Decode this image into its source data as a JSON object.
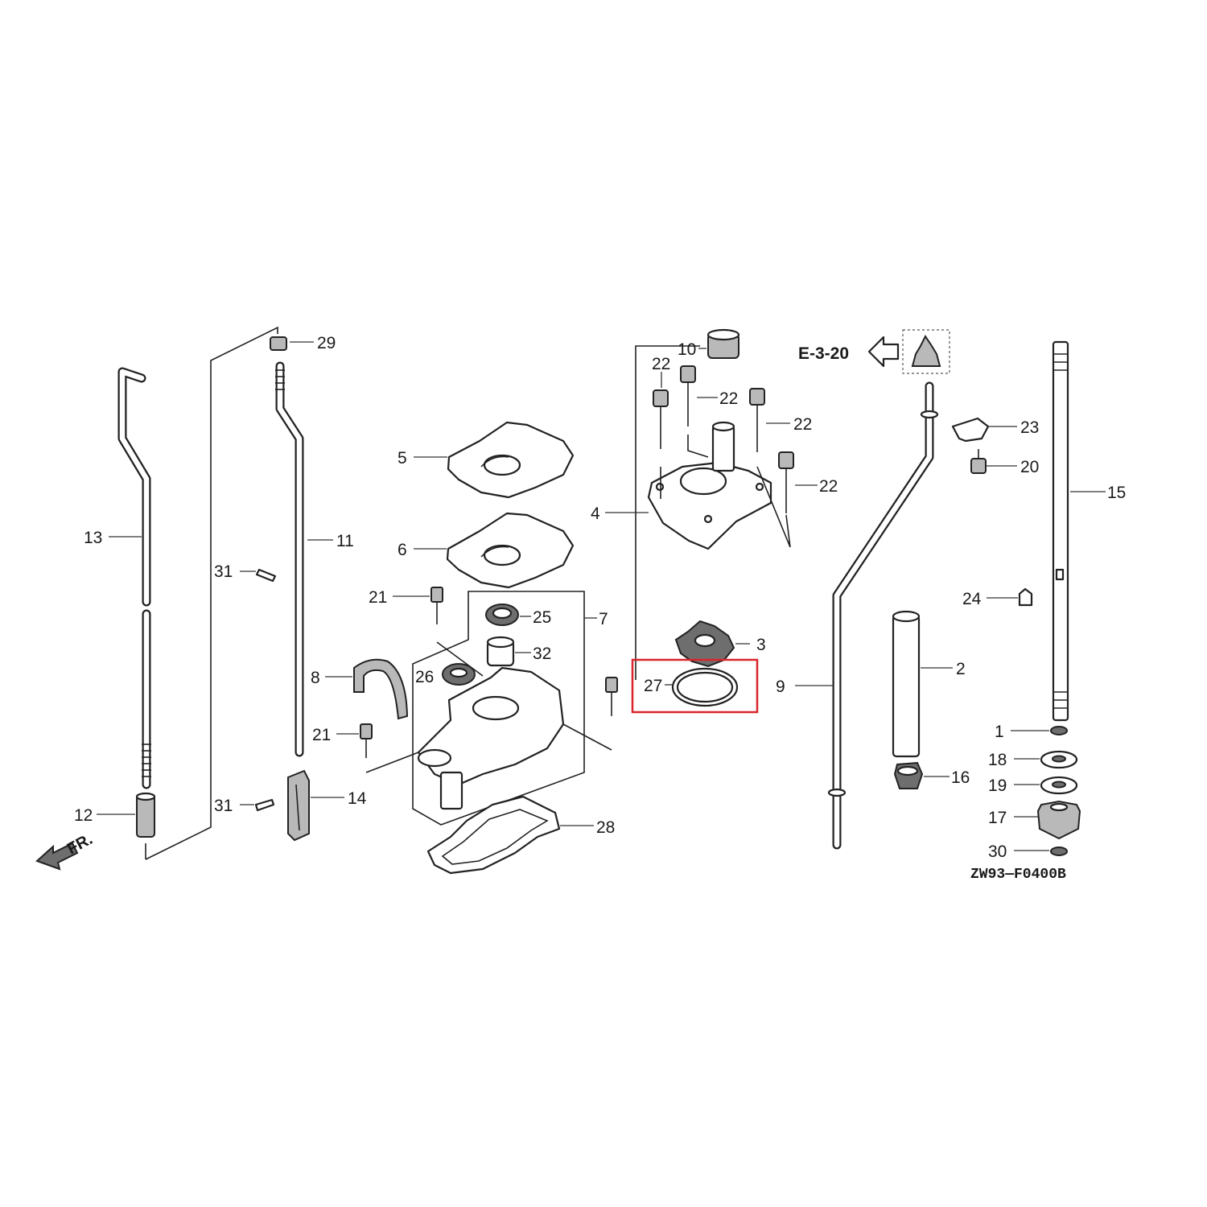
{
  "diagram": {
    "reference_arrow_label": "E-3-20",
    "drawing_code": "ZW93—F0400B",
    "front_label": "FR.",
    "highlight_color": "#d9252b",
    "callouts": {
      "c1": "1",
      "c2": "2",
      "c3": "3",
      "c4": "4",
      "c5": "5",
      "c6": "6",
      "c7": "7",
      "c8": "8",
      "c9": "9",
      "c10": "10",
      "c11": "11",
      "c12": "12",
      "c13": "13",
      "c14": "14",
      "c15": "15",
      "c16": "16",
      "c17": "17",
      "c18": "18",
      "c19": "19",
      "c20": "20",
      "c21a": "21",
      "c21b": "21",
      "c22a": "22",
      "c22b": "22",
      "c22c": "22",
      "c22d": "22",
      "c23": "23",
      "c24": "24",
      "c25": "25",
      "c26": "26",
      "c27": "27",
      "c28": "28",
      "c29": "29",
      "c30": "30",
      "c31a": "31",
      "c31b": "31",
      "c32": "32"
    }
  }
}
